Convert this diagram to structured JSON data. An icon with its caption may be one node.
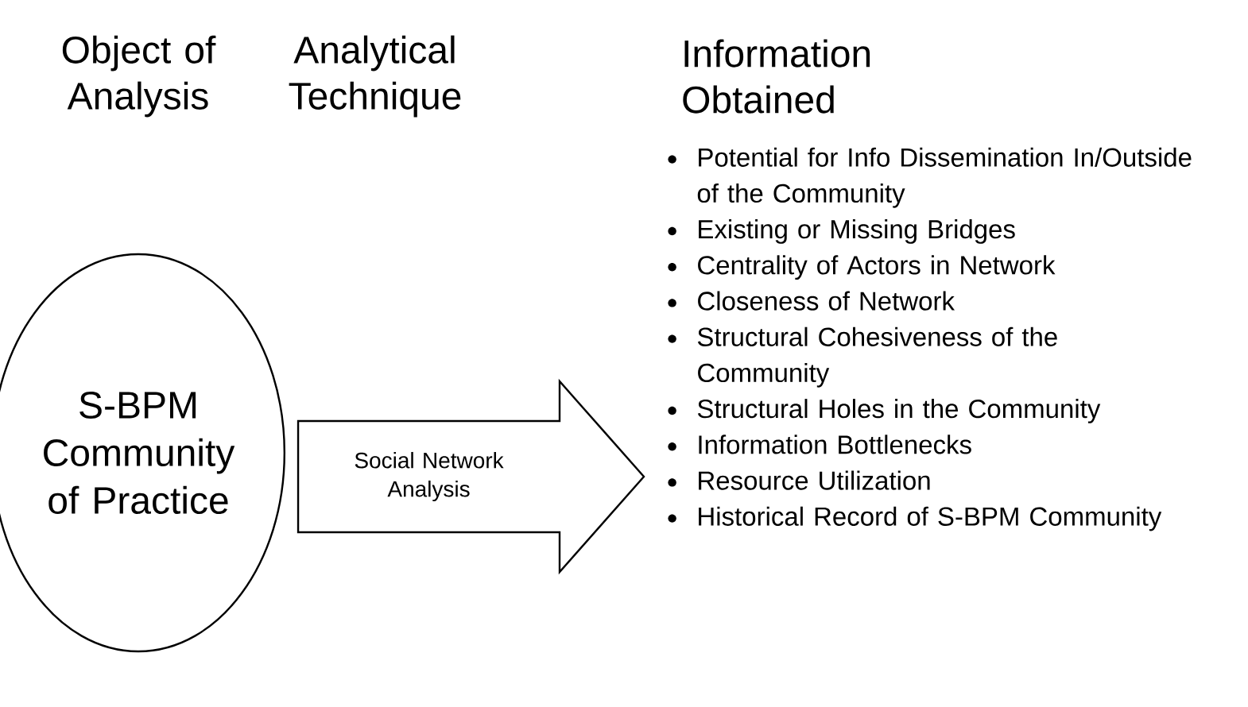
{
  "diagram": {
    "nodes": [
      {
        "text": [
          "S-BPM Community of Practice"
        ]
      },
      {
        "text": [
          "Potential for Info Dissemination In/Outside of the Community",
          "Existing or Missing Bridges",
          "Centrality of Actors in Network",
          "Closeness of Network",
          "Structural Cohesiveness of the Community",
          "Structural Holes in the Community",
          "Information Bottlenecks",
          "Resource Utilization",
          "Historical Record of S-BPM Community"
        ]
      }
    ],
    "edges": [
      {
        "from": 0,
        "to": 1,
        "arrow": "to",
        "label": "Social Network Analysis"
      }
    ],
    "labels": [
      "Object of Analysis",
      "Analytical Technique",
      "Information Obtained"
    ]
  }
}
